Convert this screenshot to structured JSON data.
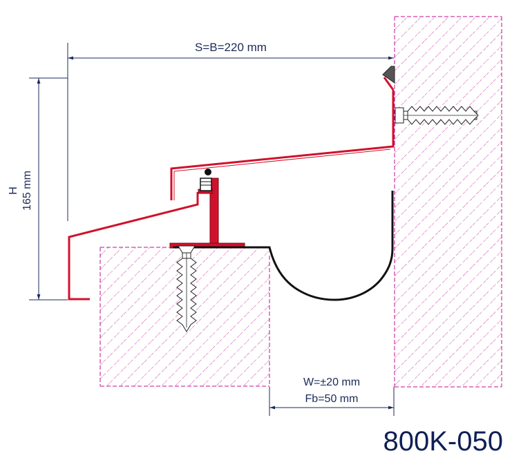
{
  "drawing": {
    "width_label": "S=B=220 mm",
    "height_label_top": "H",
    "height_label_bottom": "165 mm",
    "gap_label_movement": "W=±20 mm",
    "gap_label_width": "Fb=50 mm",
    "product_code": "800K-050"
  },
  "colors": {
    "profile_red": "#d0112b",
    "hatch_magenta": "#c0108c",
    "dimension_blue": "#1a2a5a",
    "seal_black": "#111111",
    "code_navy": "#0f1f55"
  }
}
